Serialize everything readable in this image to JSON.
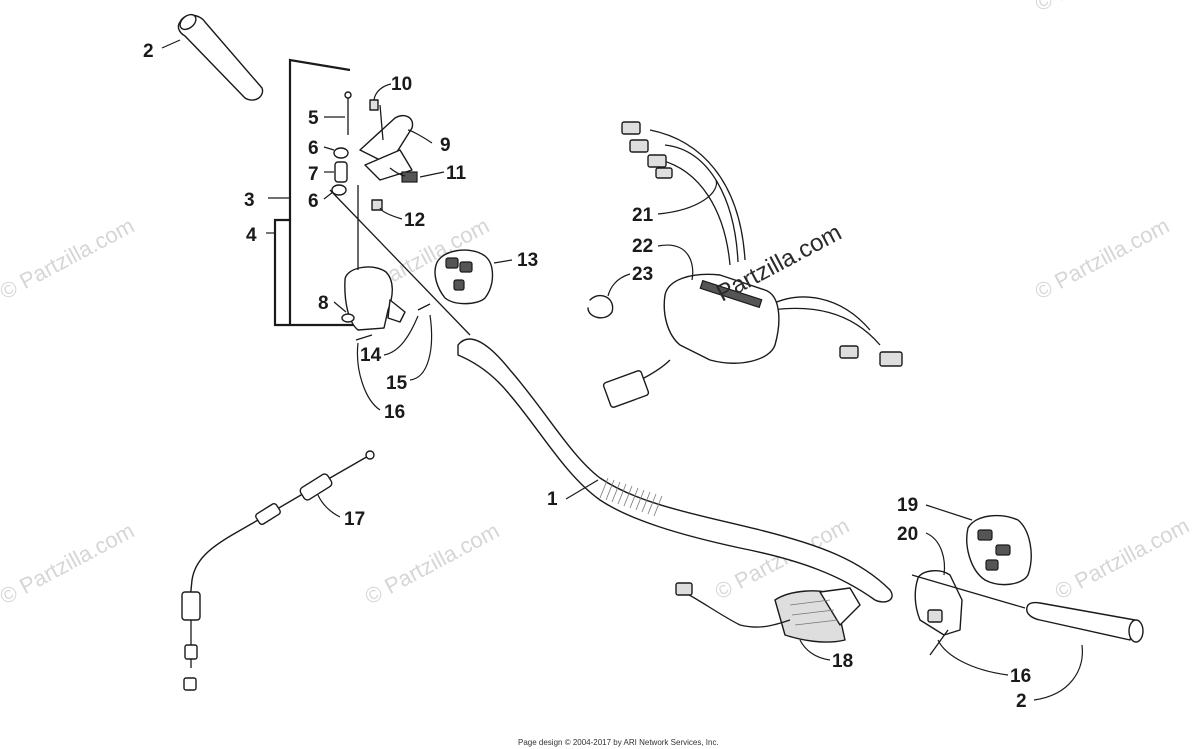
{
  "watermark": {
    "text": "Partzilla.com",
    "symbol": "©"
  },
  "callouts": [
    {
      "id": "c1",
      "label": "1"
    },
    {
      "id": "c2a",
      "label": "2"
    },
    {
      "id": "c2b",
      "label": "2"
    },
    {
      "id": "c3",
      "label": "3"
    },
    {
      "id": "c4",
      "label": "4"
    },
    {
      "id": "c5",
      "label": "5"
    },
    {
      "id": "c6a",
      "label": "6"
    },
    {
      "id": "c6b",
      "label": "6"
    },
    {
      "id": "c7",
      "label": "7"
    },
    {
      "id": "c8",
      "label": "8"
    },
    {
      "id": "c9",
      "label": "9"
    },
    {
      "id": "c10",
      "label": "10"
    },
    {
      "id": "c11",
      "label": "11"
    },
    {
      "id": "c12",
      "label": "12"
    },
    {
      "id": "c13",
      "label": "13"
    },
    {
      "id": "c14",
      "label": "14"
    },
    {
      "id": "c15",
      "label": "15"
    },
    {
      "id": "c16a",
      "label": "16"
    },
    {
      "id": "c16b",
      "label": "16"
    },
    {
      "id": "c17",
      "label": "17"
    },
    {
      "id": "c18",
      "label": "18"
    },
    {
      "id": "c19",
      "label": "19"
    },
    {
      "id": "c20",
      "label": "20"
    },
    {
      "id": "c21",
      "label": "21"
    },
    {
      "id": "c22",
      "label": "22"
    },
    {
      "id": "c23",
      "label": "23"
    }
  ],
  "footer": {
    "text": "Page design © 2004-2017 by ARI Network Services, Inc."
  }
}
